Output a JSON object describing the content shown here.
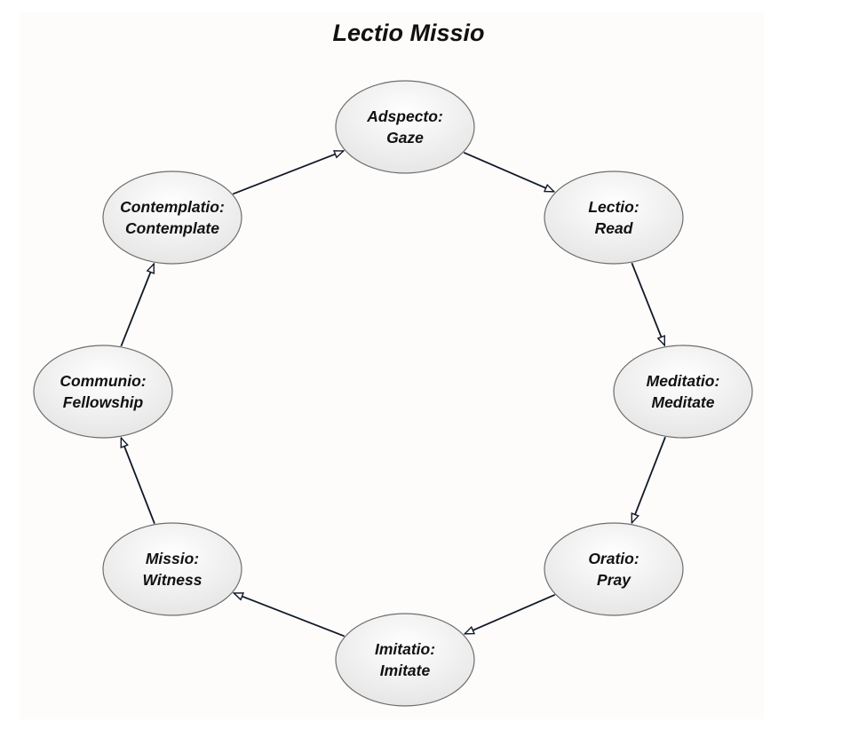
{
  "title": "Lectio Missio",
  "colors": {
    "background": "#fdfcfa",
    "node_fill_light": "#ffffff",
    "node_fill_dark": "#e6e6e6",
    "node_stroke": "#6e6e6e",
    "arrow": "#111827"
  },
  "nodes": [
    {
      "id": "adspecto",
      "line1": "Adspecto:",
      "line2": "Gaze"
    },
    {
      "id": "lectio",
      "line1": "Lectio:",
      "line2": "Read"
    },
    {
      "id": "meditatio",
      "line1": "Meditatio:",
      "line2": "Meditate"
    },
    {
      "id": "oratio",
      "line1": "Oratio:",
      "line2": "Pray"
    },
    {
      "id": "imitatio",
      "line1": "Imitatio:",
      "line2": "Imitate"
    },
    {
      "id": "missio",
      "line1": "Missio:",
      "line2": "Witness"
    },
    {
      "id": "communio",
      "line1": "Communio:",
      "line2": "Fellowship"
    },
    {
      "id": "contemplatio",
      "line1": "Contemplatio:",
      "line2": "Contemplate"
    }
  ],
  "edges": [
    {
      "from": "adspecto",
      "to": "lectio"
    },
    {
      "from": "lectio",
      "to": "meditatio"
    },
    {
      "from": "meditatio",
      "to": "oratio"
    },
    {
      "from": "oratio",
      "to": "imitatio"
    },
    {
      "from": "imitatio",
      "to": "missio"
    },
    {
      "from": "missio",
      "to": "communio"
    },
    {
      "from": "communio",
      "to": "contemplatio"
    },
    {
      "from": "contemplatio",
      "to": "adspecto"
    }
  ]
}
